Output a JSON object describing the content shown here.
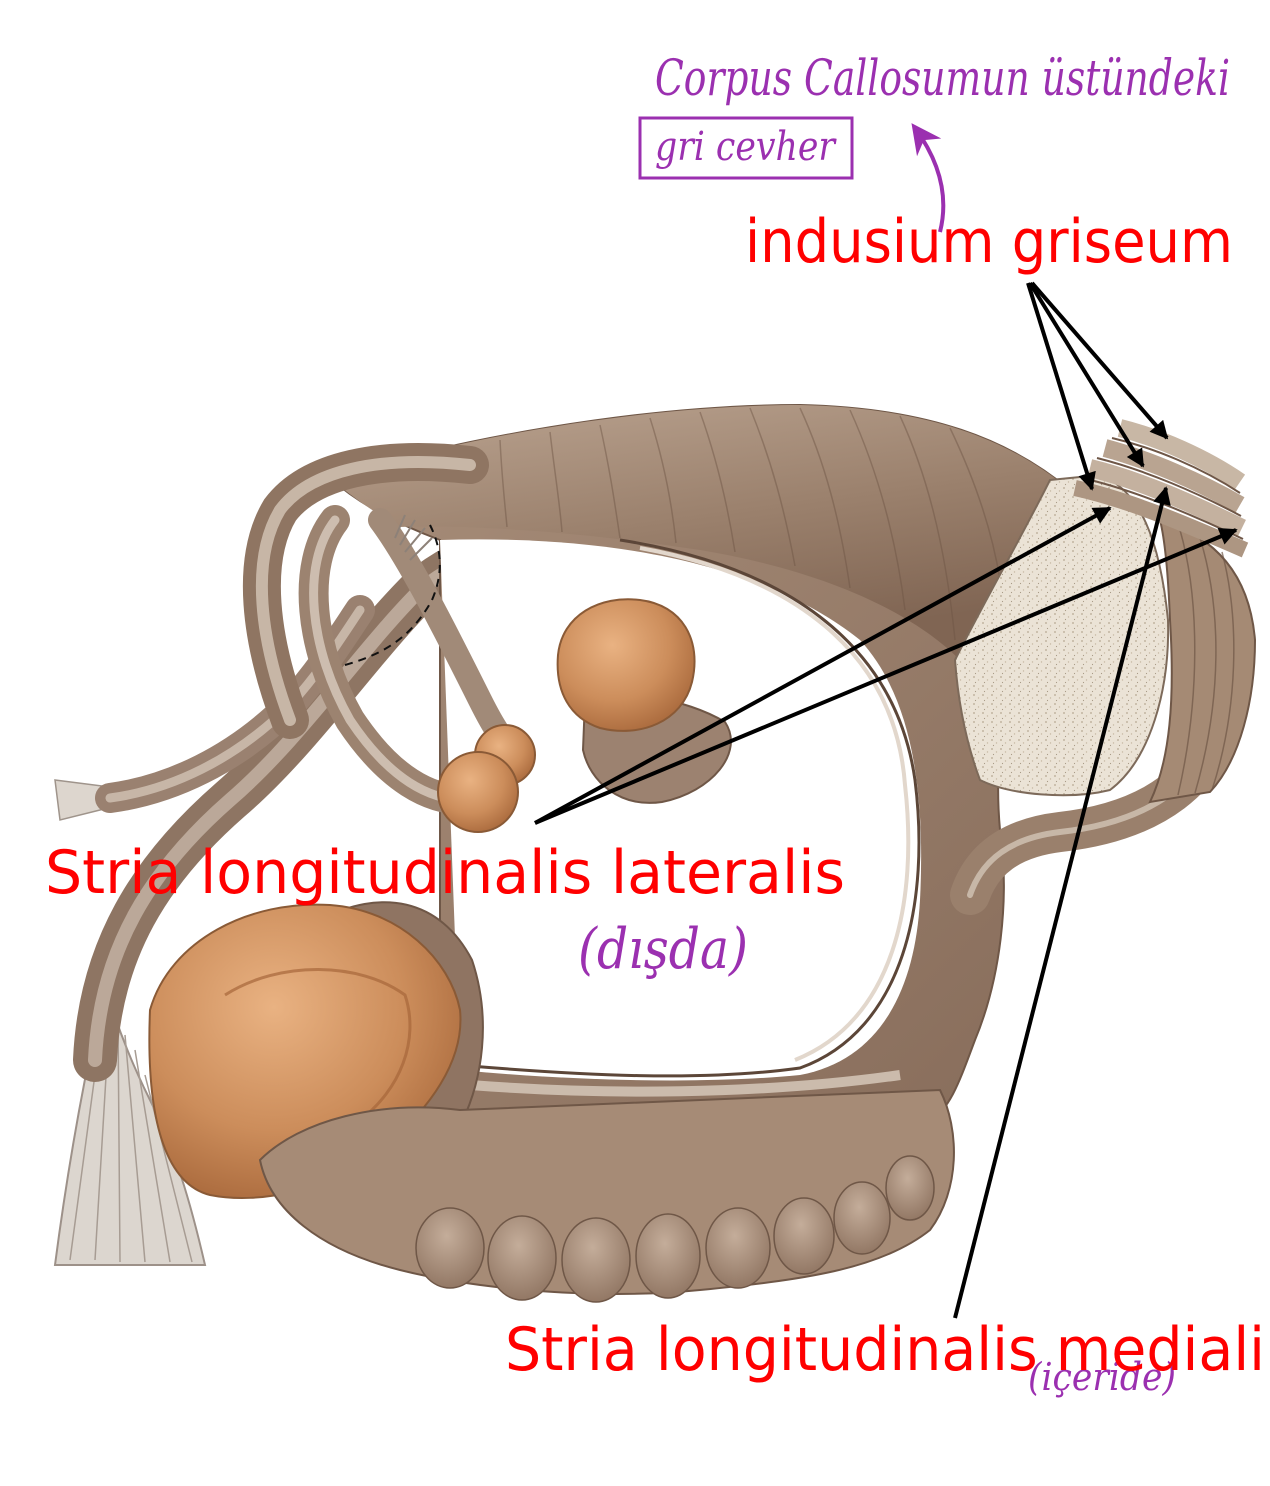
{
  "labels": {
    "indusium": "indusium griseum",
    "lateralis": "Stria longitudinalis lateralis",
    "medialis": "Stria longitudinalis mediali"
  },
  "notes": {
    "corpus": "Corpus Callosumun üstündeki",
    "gri": "gri cevher",
    "disda": "(dışda)",
    "iceride": "(içeride)"
  },
  "colors": {
    "label_red": "#ff0000",
    "note_purple": "#9b30b0",
    "arrow_black": "#000000"
  }
}
